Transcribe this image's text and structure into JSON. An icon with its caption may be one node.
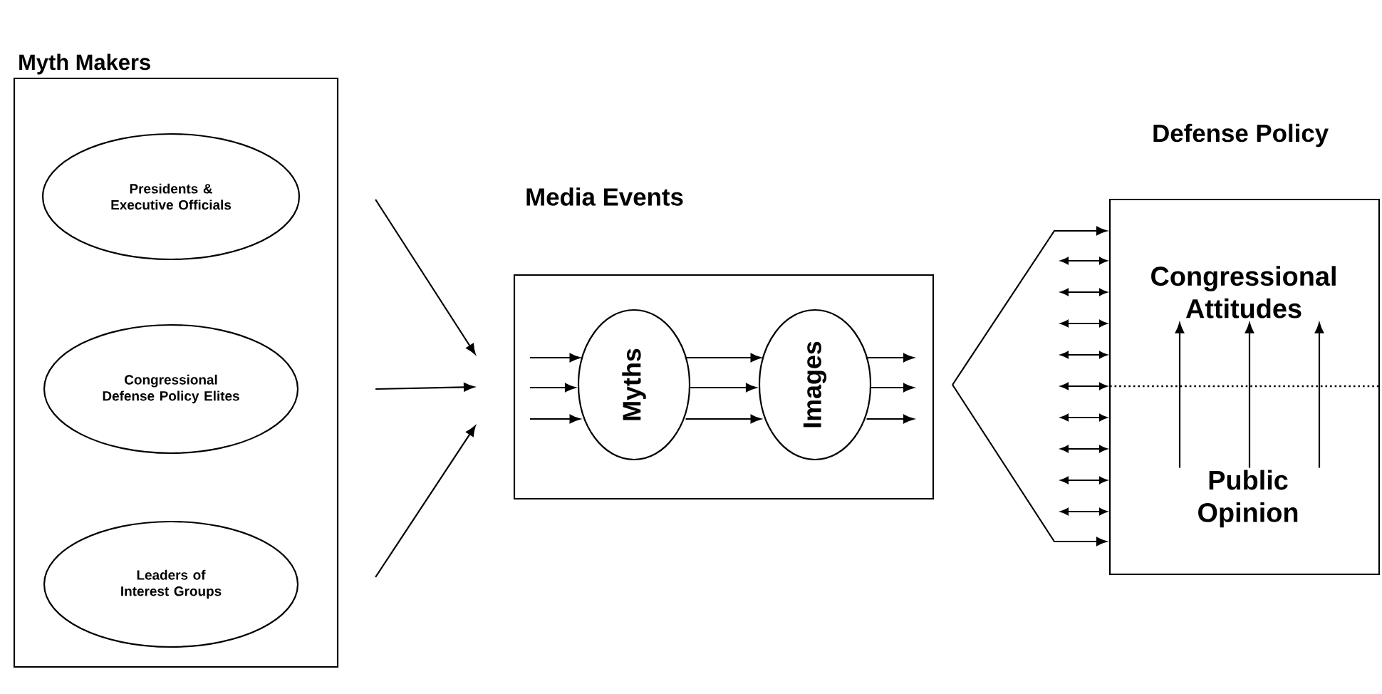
{
  "diagram": {
    "nodes": [
      {
        "text": [
          "Myth Makers"
        ]
      },
      {
        "text": [
          "Presidents & Executive Officials"
        ],
        "in": 0
      },
      {
        "text": [
          "Congressional Defense Policy Elites"
        ],
        "in": 0
      },
      {
        "text": [
          "Leaders of Interest Groups"
        ],
        "in": 0
      },
      {
        "text": [
          "Media Events"
        ]
      },
      {
        "text": [
          "Myths"
        ],
        "in": 4
      },
      {
        "text": [
          "Images"
        ],
        "in": 4
      },
      {
        "text": [
          "Defense Policy"
        ]
      },
      {
        "text": [
          "Congressional Attitudes"
        ],
        "in": 7
      },
      {
        "text": [
          "Public Opinion"
        ],
        "in": 7
      }
    ],
    "edges": [
      {
        "from": 1,
        "to": 4,
        "arrow": "to"
      },
      {
        "from": 2,
        "to": 4,
        "arrow": "to"
      },
      {
        "from": 3,
        "to": 4,
        "arrow": "to"
      },
      {
        "from": null,
        "to": 5,
        "arrow": "to"
      },
      {
        "from": null,
        "to": 5,
        "arrow": "to"
      },
      {
        "from": null,
        "to": 5,
        "arrow": "to"
      },
      {
        "from": 5,
        "to": 6,
        "arrow": "to"
      },
      {
        "from": 5,
        "to": 6,
        "arrow": "to"
      },
      {
        "from": 5,
        "to": 6,
        "arrow": "to"
      },
      {
        "from": 6,
        "to": null,
        "arrow": "to"
      },
      {
        "from": 6,
        "to": null,
        "arrow": "to"
      },
      {
        "from": 6,
        "to": null,
        "arrow": "to"
      },
      {
        "from": 4,
        "to": 7,
        "arrow": "to"
      },
      {
        "from": 4,
        "to": 7,
        "arrow": "to"
      },
      {
        "from": null,
        "to": 7,
        "arrow": "both"
      },
      {
        "from": null,
        "to": 7,
        "arrow": "both"
      },
      {
        "from": null,
        "to": 7,
        "arrow": "both"
      },
      {
        "from": null,
        "to": 7,
        "arrow": "both"
      },
      {
        "from": null,
        "to": 7,
        "arrow": "both"
      },
      {
        "from": null,
        "to": 7,
        "arrow": "both"
      },
      {
        "from": null,
        "to": 7,
        "arrow": "both"
      },
      {
        "from": null,
        "to": 7,
        "arrow": "both"
      },
      {
        "from": null,
        "to": 7,
        "arrow": "both"
      },
      {
        "from": 9,
        "to": 8,
        "arrow": "to"
      },
      {
        "from": 9,
        "to": 8,
        "arrow": "to"
      },
      {
        "from": 9,
        "to": 8,
        "arrow": "to"
      }
    ]
  }
}
